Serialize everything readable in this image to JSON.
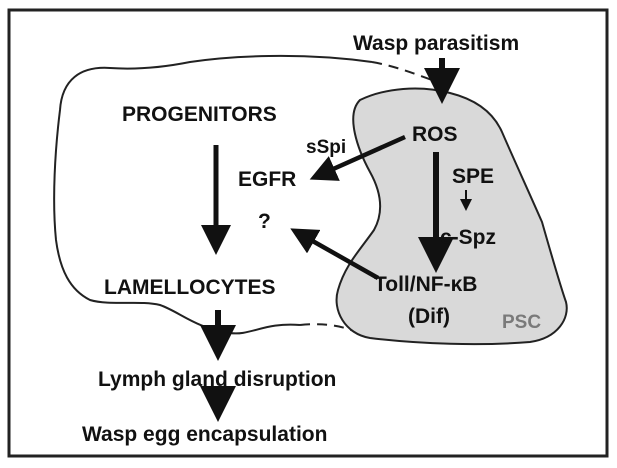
{
  "labels": {
    "wasp_parasitism": "Wasp parasitism",
    "progenitors": "PROGENITORS",
    "ros": "ROS",
    "sspi": "sSpi",
    "egfr": "EGFR",
    "spe": "SPE",
    "question": "?",
    "c_spz": "c-Spz",
    "lamellocytes": "LAMELLOCYTES",
    "toll_nfkb": "Toll/NF-κB",
    "dif": "(Dif)",
    "psc": "PSC",
    "lymph_gland_disruption": "Lymph gland disruption",
    "wasp_egg_encapsulation": "Wasp egg encapsulation"
  },
  "colors": {
    "psc_fill": "#d9d9d9",
    "ink": "#111111",
    "psc_label": "#7a7a7a"
  }
}
